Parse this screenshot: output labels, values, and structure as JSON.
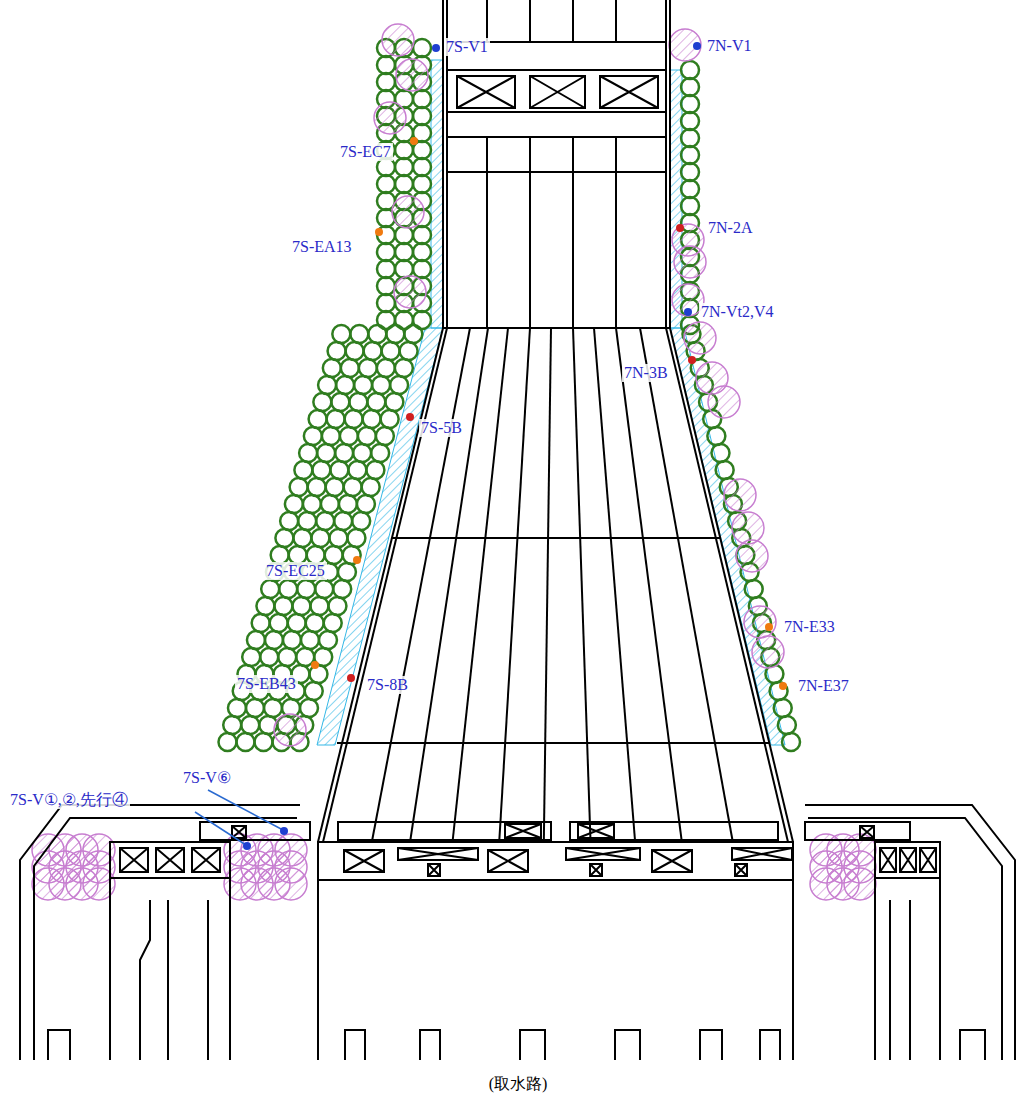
{
  "diagram": {
    "caption": "(取水路)",
    "labels": [
      "7S-V1",
      "7N-V1",
      "7S-EC7",
      "7S-EA13",
      "7N-2A",
      "7N-Vt2,V4",
      "7N-3B",
      "7S-5B",
      "7S-EC25",
      "7N-E33",
      "7S-EB43",
      "7S-8B",
      "7N-E37",
      "7S-V⑥",
      "7S-V①,②,先行④"
    ]
  }
}
